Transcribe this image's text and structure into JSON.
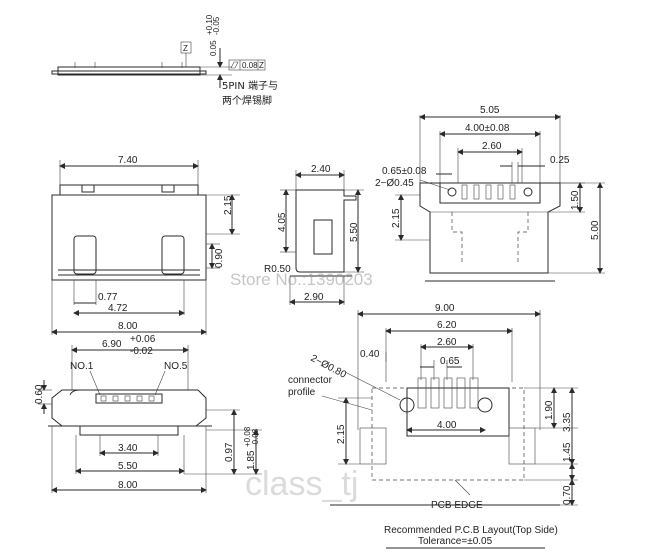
{
  "top_view": {
    "dim_thickness": "0.05",
    "dim_thickness_tol_upper": "+0.10",
    "dim_thickness_tol_lower": "-0.05",
    "datum": "Z",
    "flatness_value": "0.08",
    "flatness_datum": "Z",
    "note_line1": "5PIN 端子与",
    "note_line2": "两个焊锡脚"
  },
  "plan_view": {
    "width": "7.40",
    "tab_height": "2.15",
    "pin_offset": "0.90",
    "tab_spacing": "0.77",
    "inner_width": "4.72",
    "overall_width": "8.00"
  },
  "side_view": {
    "top_width": "2.40",
    "height_1": "4.05",
    "height_2": "5.50",
    "radius": "R0.50",
    "base_width": "2.90"
  },
  "rear_view": {
    "overall": "5.05",
    "pin_span": "4.00±0.08",
    "center": "2.60",
    "pitch": "0.65±0.08",
    "hole": "2−Ø0.45",
    "pin_width": "0.25",
    "height_left": "2.15",
    "height_right_1": "1.50",
    "height_right_2": "5.00"
  },
  "front_view": {
    "opening_width": "6.90",
    "opening_tol_upper": "+0.06",
    "opening_tol_lower": "-0.02",
    "pin1_label": "NO.1",
    "pin5_label": "NO.5",
    "height_left": "0.60",
    "inner_width": "3.40",
    "base_width": "5.50",
    "overall_width": "8.00",
    "height_right": "0.97",
    "height_right_2": "1.85",
    "height_right_2_tol_upper": "+0.08",
    "height_right_2_tol_lower": "-0.08"
  },
  "pcb_layout": {
    "overall_width": "9.00",
    "pad_span": "6.20",
    "center_span": "2.60",
    "pitch": "0.65",
    "hole_label": "2−Ø0.80",
    "pad_offset": "0.40",
    "connector_label_1": "connector",
    "connector_label_2": "profile",
    "hole_spacing": "4.00",
    "left_height": "2.15",
    "right_height_1": "1.90",
    "right_height_2": "3.35",
    "right_height_3": "1.45",
    "right_height_4": "0.70",
    "pcb_edge": "PCB EDGE",
    "caption": "Recommended P.C.B Layout(Top Side)",
    "tolerance": "Tolerance=±0.05"
  },
  "watermark": {
    "store": "Store No.:1390203",
    "brand": "class_tj"
  }
}
